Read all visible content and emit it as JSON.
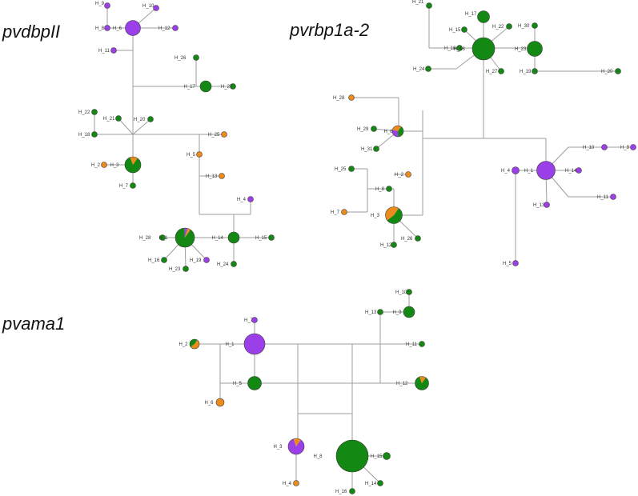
{
  "colors": {
    "green": "#138813",
    "purple": "#9b3fe8",
    "orange": "#ec8a1c",
    "edge": "#9e9e9e"
  },
  "panels": [
    {
      "id": "pvdbpII",
      "title": "pvdbpII",
      "nodes": [
        {
          "id": "H_9",
          "label": "H_9",
          "comp": {
            "purple": 1
          }
        },
        {
          "id": "H_10",
          "label": "H_10",
          "comp": {
            "purple": 1
          }
        },
        {
          "id": "H_8",
          "label": "H_8",
          "comp": {
            "purple": 1
          }
        },
        {
          "id": "H_6",
          "label": "H_6",
          "comp": {
            "purple": 1
          }
        },
        {
          "id": "H_12",
          "label": "H_12",
          "comp": {
            "purple": 1
          }
        },
        {
          "id": "H_11",
          "label": "H_11",
          "comp": {
            "purple": 1
          }
        },
        {
          "id": "H_26",
          "label": "H_26",
          "comp": {
            "green": 1
          }
        },
        {
          "id": "H_17",
          "label": "H_17",
          "comp": {
            "green": 1
          }
        },
        {
          "id": "H_27",
          "label": "H_27",
          "comp": {
            "green": 1
          }
        },
        {
          "id": "H_22",
          "label": "H_22",
          "comp": {
            "green": 1
          }
        },
        {
          "id": "H_21",
          "label": "H_21",
          "comp": {
            "green": 1
          }
        },
        {
          "id": "H_20",
          "label": "H_20",
          "comp": {
            "green": 1
          }
        },
        {
          "id": "H_18",
          "label": "H_18",
          "comp": {
            "green": 1
          }
        },
        {
          "id": "H_25",
          "label": "H_25",
          "comp": {
            "orange": 1
          }
        },
        {
          "id": "H_5",
          "label": "H_5",
          "comp": {
            "orange": 1
          }
        },
        {
          "id": "H_2",
          "label": "H_2",
          "comp": {
            "orange": 1
          }
        },
        {
          "id": "H_3",
          "label": "H_3",
          "comp": {
            "green": 0.85,
            "orange": 0.15
          }
        },
        {
          "id": "H_13",
          "label": "H_13",
          "comp": {
            "orange": 1
          }
        },
        {
          "id": "H_7",
          "label": "H_7",
          "comp": {
            "green": 1
          }
        },
        {
          "id": "H_4",
          "label": "H_4",
          "comp": {
            "purple": 1
          }
        },
        {
          "id": "H_28",
          "label": "H_28",
          "comp": {
            "green": 1
          }
        },
        {
          "id": "H_1",
          "label": "H_1",
          "comp": {
            "green": 0.9,
            "purple": 0.05,
            "orange": 0.05
          }
        },
        {
          "id": "H_14",
          "label": "H_14",
          "comp": {
            "green": 1
          }
        },
        {
          "id": "H_15",
          "label": "H_15",
          "comp": {
            "green": 1
          }
        },
        {
          "id": "H_16",
          "label": "H_16",
          "comp": {
            "green": 1
          }
        },
        {
          "id": "H_23",
          "label": "H_23",
          "comp": {
            "green": 1
          }
        },
        {
          "id": "H_19",
          "label": "H_19",
          "comp": {
            "purple": 1
          }
        },
        {
          "id": "H_24",
          "label": "H_24",
          "comp": {
            "green": 1
          }
        }
      ]
    },
    {
      "id": "pvrbp1a-2",
      "title": "pvrbp1a-2",
      "nodes": [
        {
          "id": "H_21",
          "label": "H_21",
          "comp": {
            "green": 1
          }
        },
        {
          "id": "H_17",
          "label": "H_17",
          "comp": {
            "green": 1
          }
        },
        {
          "id": "H_15",
          "label": "H_15",
          "comp": {
            "green": 1
          }
        },
        {
          "id": "H_22",
          "label": "H_22",
          "comp": {
            "green": 1
          }
        },
        {
          "id": "H_30",
          "label": "H_30",
          "comp": {
            "green": 1
          }
        },
        {
          "id": "H_18",
          "label": "H_18",
          "comp": {
            "green": 1
          }
        },
        {
          "id": "H_16",
          "label": "H_16",
          "comp": {
            "green": 1
          }
        },
        {
          "id": "H_23",
          "label": "H_23",
          "comp": {
            "green": 1
          }
        },
        {
          "id": "H_24",
          "label": "H_24",
          "comp": {
            "green": 1
          }
        },
        {
          "id": "H_27",
          "label": "H_27",
          "comp": {
            "green": 1
          }
        },
        {
          "id": "H_19",
          "label": "H_19",
          "comp": {
            "green": 1
          }
        },
        {
          "id": "H_20",
          "label": "H_20",
          "comp": {
            "green": 1
          }
        },
        {
          "id": "H_28",
          "label": "H_28",
          "comp": {
            "orange": 1
          }
        },
        {
          "id": "H_29",
          "label": "H_29",
          "comp": {
            "green": 1
          }
        },
        {
          "id": "H_6",
          "label": "H_6",
          "comp": {
            "green": 0.4,
            "purple": 0.3,
            "orange": 0.3
          }
        },
        {
          "id": "H_31",
          "label": "H_31",
          "comp": {
            "green": 1
          }
        },
        {
          "id": "H_25",
          "label": "H_25",
          "comp": {
            "green": 1
          }
        },
        {
          "id": "H_2",
          "label": "H_2",
          "comp": {
            "orange": 1
          }
        },
        {
          "id": "H_8",
          "label": "H_8",
          "comp": {
            "green": 1
          }
        },
        {
          "id": "H_7",
          "label": "H_7",
          "comp": {
            "orange": 1
          }
        },
        {
          "id": "H_3",
          "label": "H_3",
          "comp": {
            "green": 0.55,
            "orange": 0.45
          }
        },
        {
          "id": "H_12",
          "label": "H_12",
          "comp": {
            "green": 1
          }
        },
        {
          "id": "H_26",
          "label": "H_26",
          "comp": {
            "green": 1
          }
        },
        {
          "id": "H_10",
          "label": "H_10",
          "comp": {
            "purple": 1
          }
        },
        {
          "id": "H_9",
          "label": "H_9",
          "comp": {
            "purple": 1
          }
        },
        {
          "id": "H_4",
          "label": "H_4",
          "comp": {
            "purple": 1
          }
        },
        {
          "id": "H_1",
          "label": "H_1",
          "comp": {
            "purple": 1
          }
        },
        {
          "id": "H_14",
          "label": "H_14",
          "comp": {
            "purple": 1
          }
        },
        {
          "id": "H_11",
          "label": "H_11",
          "comp": {
            "purple": 1
          }
        },
        {
          "id": "H_13",
          "label": "H_13",
          "comp": {
            "purple": 1
          }
        },
        {
          "id": "H_5",
          "label": "H_5",
          "comp": {
            "purple": 1
          }
        }
      ]
    },
    {
      "id": "pvama1",
      "title": "pvama1",
      "nodes": [
        {
          "id": "H_10",
          "label": "H_10",
          "comp": {
            "green": 1
          }
        },
        {
          "id": "H_13",
          "label": "H_13",
          "comp": {
            "green": 1
          }
        },
        {
          "id": "H_9",
          "label": "H_9",
          "comp": {
            "green": 1
          }
        },
        {
          "id": "H_7",
          "label": "H_7",
          "comp": {
            "purple": 1
          }
        },
        {
          "id": "H_2",
          "label": "H_2",
          "comp": {
            "orange": 0.55,
            "green": 0.45
          }
        },
        {
          "id": "H_1",
          "label": "H_1",
          "comp": {
            "purple": 1
          }
        },
        {
          "id": "H_11",
          "label": "H_11",
          "comp": {
            "green": 1
          }
        },
        {
          "id": "H_5",
          "label": "H_5",
          "comp": {
            "green": 1
          }
        },
        {
          "id": "H_12",
          "label": "H_12",
          "comp": {
            "green": 0.85,
            "orange": 0.15
          }
        },
        {
          "id": "H_6",
          "label": "H_6",
          "comp": {
            "orange": 1
          }
        },
        {
          "id": "H_3",
          "label": "H_3",
          "comp": {
            "purple": 0.85,
            "orange": 0.15
          }
        },
        {
          "id": "H_8",
          "label": "H_8",
          "comp": {
            "green": 1
          }
        },
        {
          "id": "H_15",
          "label": "H_15",
          "comp": {
            "green": 1
          }
        },
        {
          "id": "H_4",
          "label": "H_4",
          "comp": {
            "orange": 1
          }
        },
        {
          "id": "H_14",
          "label": "H_14",
          "comp": {
            "green": 1
          }
        },
        {
          "id": "H_16",
          "label": "H_16",
          "comp": {
            "green": 1
          }
        }
      ]
    }
  ]
}
